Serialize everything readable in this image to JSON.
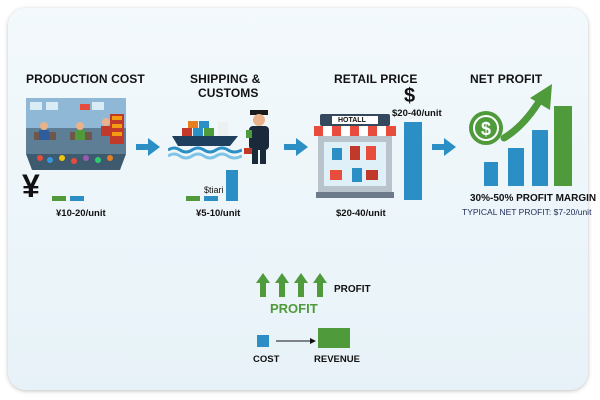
{
  "stages": {
    "production": {
      "title": "PRODUCTION COST",
      "symbol": "¥",
      "range": "¥10-20/unit"
    },
    "shipping": {
      "title_line1": "SHIPPING &",
      "title_line2": "CUSTOMS",
      "bar_label": "$tiari",
      "range": "¥5-10/unit"
    },
    "retail": {
      "title": "RETAIL PRICE",
      "sign_text": "HOTALL",
      "dollar": "$",
      "range_top": "$20-40/unit",
      "range_bottom": "$20-40/unit"
    },
    "net_profit": {
      "title": "NET PROFIT",
      "margin": "30%-50% PROFIT MARGIN",
      "typical": "TYPICAL NET PROFIT: $7-20/unit"
    }
  },
  "legend": {
    "arrows_label": "PROFIT",
    "profit_title": "PROFIT",
    "cost_label": "COST",
    "revenue_label": "REVENUE"
  },
  "colors": {
    "green": "#4f9a3a",
    "blue": "#2b8fc6",
    "arrow": "#2b8fc6",
    "dark": "#111111"
  },
  "icons": [
    "factory-icon",
    "cargo-ship-icon",
    "customs-officer-icon",
    "storefront-icon",
    "dollar-coin-icon",
    "growth-arrow-icon"
  ]
}
